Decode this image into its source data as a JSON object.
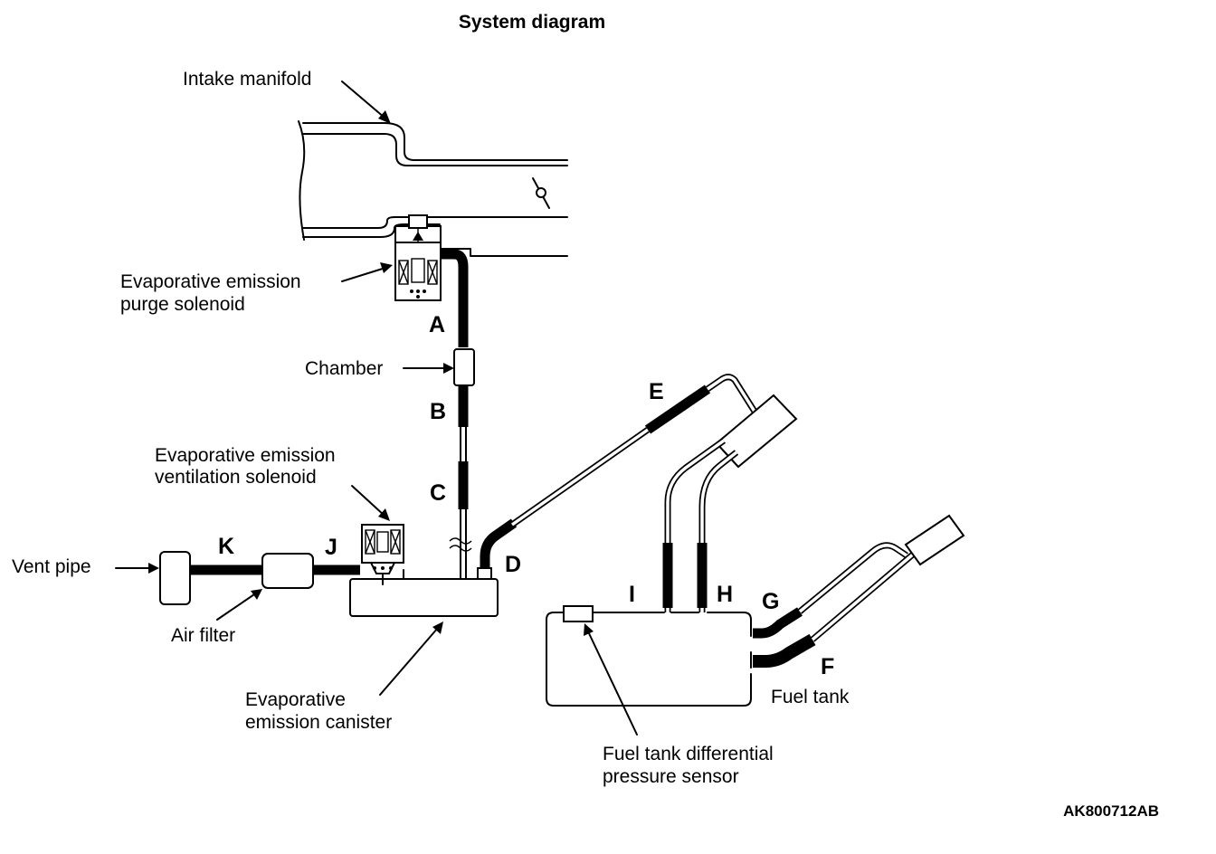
{
  "title": "System diagram",
  "labels": {
    "intake_manifold": "Intake manifold",
    "purge_solenoid_line1": "Evaporative emission",
    "purge_solenoid_line2": "purge solenoid",
    "chamber": "Chamber",
    "ventilation_solenoid_line1": "Evaporative emission",
    "ventilation_solenoid_line2": "ventilation solenoid",
    "vent_pipe": "Vent pipe",
    "air_filter": "Air filter",
    "canister_line1": "Evaporative",
    "canister_line2": "emission canister",
    "pressure_sensor_line1": "Fuel tank differential",
    "pressure_sensor_line2": "pressure sensor",
    "fuel_tank": "Fuel tank"
  },
  "hoses": {
    "a": "A",
    "b": "B",
    "c": "C",
    "d": "D",
    "e": "E",
    "f": "F",
    "g": "G",
    "h": "H",
    "i": "I",
    "j": "J",
    "k": "K"
  },
  "figure_code": "AK800712AB"
}
